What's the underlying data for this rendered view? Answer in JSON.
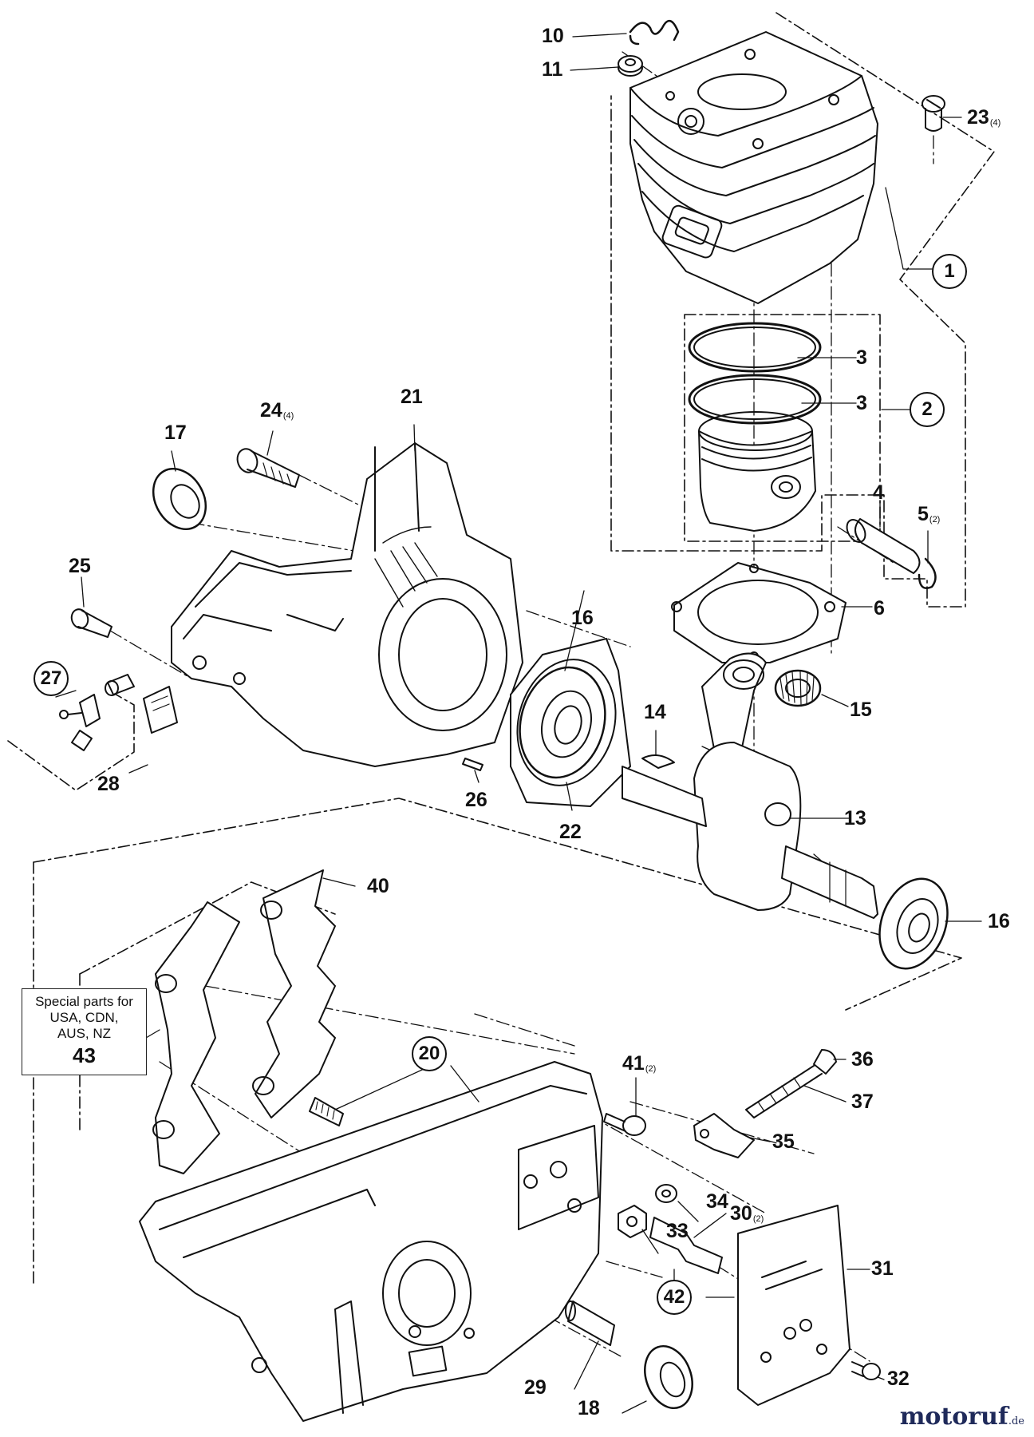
{
  "labels": {
    "l1": "1",
    "l2": "2",
    "l3a": "3",
    "l3b": "3",
    "l4": "4",
    "l5": "5",
    "l5q": "(2)",
    "l6": "6",
    "l10": "10",
    "l11": "11",
    "l13": "13",
    "l14": "14",
    "l15": "15",
    "l16a": "16",
    "l16b": "16",
    "l17": "17",
    "l18": "18",
    "l20": "20",
    "l21": "21",
    "l22": "22",
    "l23": "23",
    "l23q": "(4)",
    "l24": "24",
    "l24q": "(4)",
    "l25": "25",
    "l26": "26",
    "l27": "27",
    "l28": "28",
    "l29": "29",
    "l30": "30",
    "l30q": "(2)",
    "l31": "31",
    "l32": "32",
    "l33": "33",
    "l34": "34",
    "l35": "35",
    "l36": "36",
    "l37": "37",
    "l40": "40",
    "l41": "41",
    "l41q": "(2)",
    "l42": "42"
  },
  "note": {
    "line1": "Special parts for",
    "line2": "USA, CDN,",
    "line3": "AUS, NZ",
    "number": "43"
  },
  "watermark": {
    "brand": "motoruf",
    "tld": ".de"
  }
}
